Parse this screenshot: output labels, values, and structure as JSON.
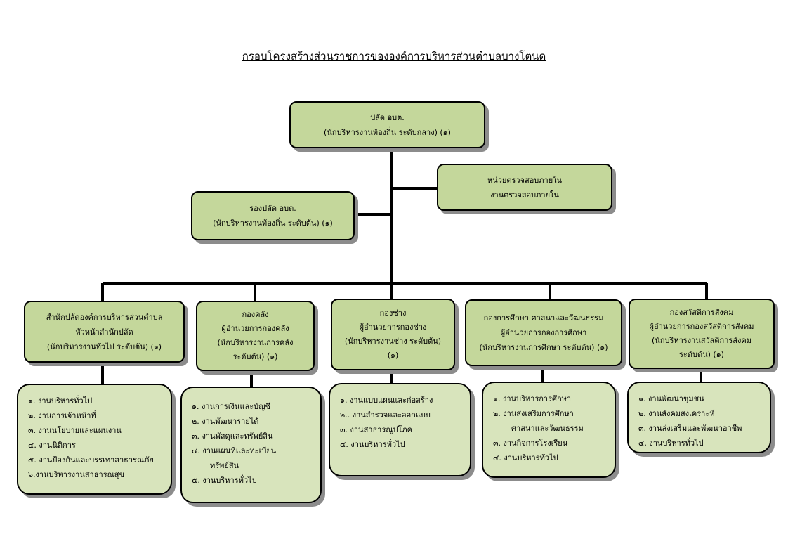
{
  "title": "กรอบโครงสร้างส่วนราชการขององค์การบริหารส่วนตำบลบางโตนด",
  "top": {
    "line1": "ปลัด อบต.",
    "line2": "(นักบริหารงานท้องถิ่น ระดับกลาง) (๑)"
  },
  "audit": {
    "line1": "หน่วยตรวจสอบภายใน",
    "line2": "งานตรวจสอบภายใน"
  },
  "deputy": {
    "line1": "รองปลัด อบต.",
    "line2": "(นักบริหารงานท้องถิ่น ระดับต้น) (๑)"
  },
  "divisions": [
    {
      "lines": [
        "สำนักปลัดองค์การบริหารส่วนตำบล",
        "หัวหน้าสำนักปลัด",
        "(นักบริหารงานทั่วไป ระดับต้น) (๑)"
      ],
      "tasks": [
        "๑. งานบริหารทั่วไป",
        "๒.  งานการเจ้าหน้าที่",
        "๓. งานนโยบายและแผนงาน",
        "๔. งานนิติการ",
        "๕. งานป้องกันและบรรเทาสาธารณภัย",
        "๖.งานบริหารงานสาธารณสุข"
      ]
    },
    {
      "lines": [
        "กองคลัง",
        "ผู้อำนวยการกองคลัง",
        "(นักบริหารงานการคลัง",
        "ระดับต้น) (๑)"
      ],
      "tasks": [
        "๑. งานการเงินและบัญชี",
        "๒. งานพัฒนารายได้",
        "๓. งานพัสดุและทรัพย์สิน",
        "๔. งานแผนที่และทะเบียน",
        "ทรัพย์สิน",
        "๕. งานบริหารทั่วไป"
      ]
    },
    {
      "lines": [
        "กองช่าง",
        "ผู้อำนวยการกองช่าง",
        "(นักบริหารงานช่าง ระดับต้น)",
        "(๑)"
      ],
      "tasks": [
        "๑. งานแบบแผนและก่อสร้าง",
        "๒.. งานสำรวจและออกแบบ",
        "๓. งานสาธารณูปโภค",
        "๔. งานบริหารทั่วไป"
      ]
    },
    {
      "lines": [
        "กองการศึกษา ศาสนาและวัฒนธรรม",
        "ผู้อำนวยการกองการศึกษา",
        "(นักบริหารงานการศึกษา ระดับต้น) (๑)"
      ],
      "tasks": [
        "๑. งานบริหารการศึกษา",
        "๒. งานส่งเสริมการศึกษา",
        "ศาสนาและวัฒนธรรม",
        "๓. งานกิจการโรงเรียน",
        "๔. งานบริหารทั่วไป"
      ]
    },
    {
      "lines": [
        "กองสวัสดิการสังคม",
        "ผู้อำนวยการกองสวัสดิการสังคม",
        "(นักบริหารงานสวัสดิการสังคม",
        "ระดับต้น)   (๑)"
      ],
      "tasks": [
        "๑. งานพัฒนาชุมชน",
        "๒. งานสังคมสงเคราะห์",
        "๓. งานส่งเสริมและพัฒนาอาชีพ",
        "๔. งานบริหารทั่วไป"
      ]
    }
  ]
}
